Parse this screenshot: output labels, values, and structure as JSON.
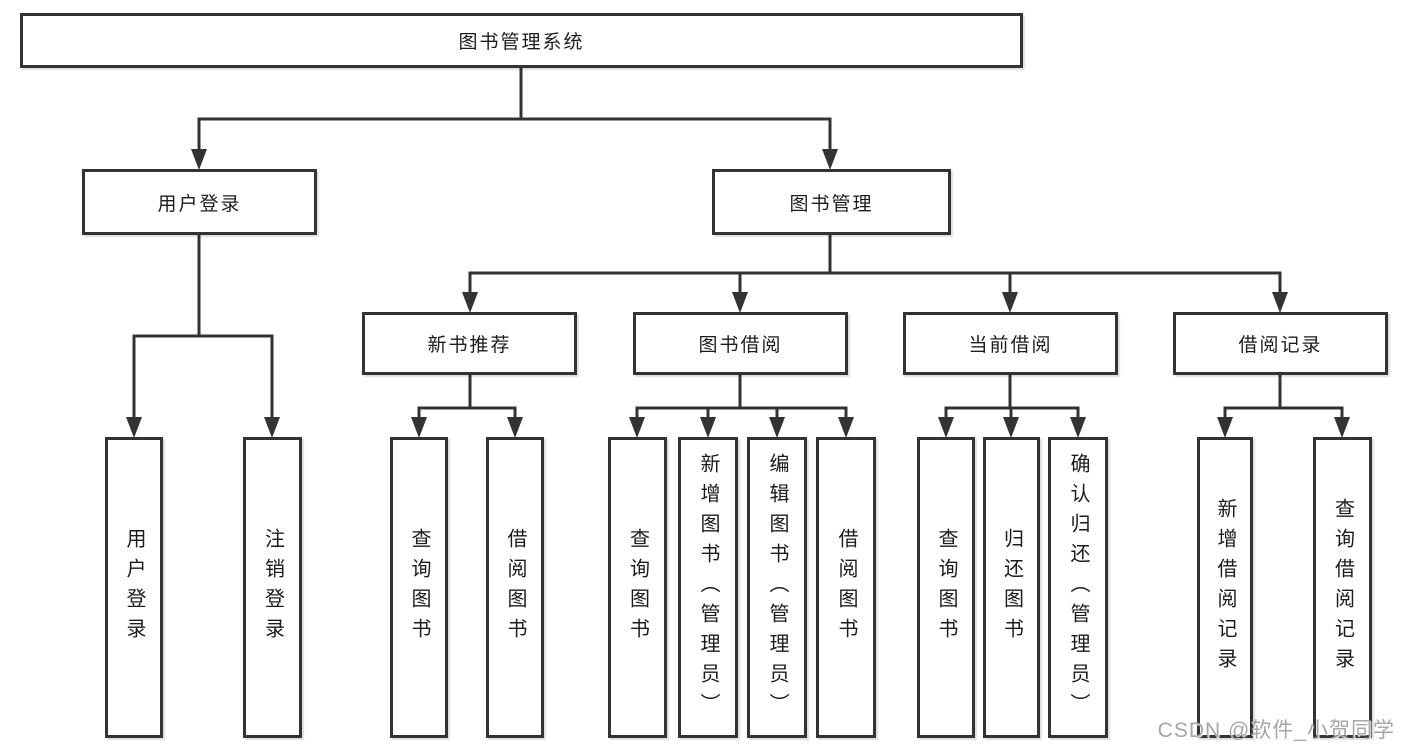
{
  "diagram": {
    "root": {
      "label": "图书管理系统"
    },
    "level2": [
      {
        "label": "用户登录"
      },
      {
        "label": "图书管理"
      }
    ],
    "level3": [
      {
        "label": "新书推荐",
        "parent": "图书管理"
      },
      {
        "label": "图书借阅",
        "parent": "图书管理"
      },
      {
        "label": "当前借阅",
        "parent": "图书管理"
      },
      {
        "label": "借阅记录",
        "parent": "图书管理"
      }
    ],
    "leaves": [
      {
        "label": "用户登录",
        "parent": "用户登录"
      },
      {
        "label": "注销登录",
        "parent": "用户登录"
      },
      {
        "label": "查询图书",
        "parent": "新书推荐"
      },
      {
        "label": "借阅图书",
        "parent": "新书推荐"
      },
      {
        "label": "查询图书",
        "parent": "图书借阅"
      },
      {
        "label": "新增图书（管理员）",
        "parent": "图书借阅"
      },
      {
        "label": "编辑图书（管理员）",
        "parent": "图书借阅"
      },
      {
        "label": "借阅图书",
        "parent": "图书借阅"
      },
      {
        "label": "查询图书",
        "parent": "当前借阅"
      },
      {
        "label": "归还图书",
        "parent": "当前借阅"
      },
      {
        "label": "确认归还（管理员）",
        "parent": "当前借阅"
      },
      {
        "label": "新增借阅记录",
        "parent": "借阅记录"
      },
      {
        "label": "查询借阅记录",
        "parent": "借阅记录"
      }
    ],
    "watermark": "CSDN @软件_小贺同学",
    "colors": {
      "line": "#333333",
      "text": "#1c1c1c",
      "background": "#ffffff",
      "watermark": "#a6a6a6"
    }
  }
}
